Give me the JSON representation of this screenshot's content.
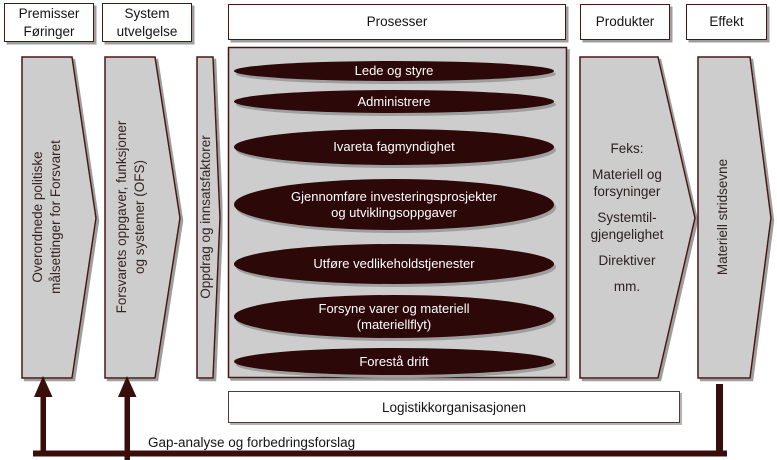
{
  "colors": {
    "shape_fill": "#cdcdcd",
    "shape_border": "#4a1515",
    "ellipse_fill": "#2d0808",
    "feedback_line": "#3a0d0d",
    "shadow": "#9e9e9e"
  },
  "headers": {
    "premisser": "Premisser\nFøringer",
    "system": "System\nutvelgelse",
    "prosesser": "Prosesser",
    "produkter": "Produkter",
    "effekt": "Effekt"
  },
  "lanes": {
    "premisser_input": "Overordnede politiske\nmålsettinger for Forsvaret",
    "system_input": "Forsvarets oppgaver, funksjoner\nog systemer (OFS)",
    "oppdrag_input": "Oppdrag og innsatsfaktorer",
    "effekt_output": "Materiell stridsevne"
  },
  "processes": [
    "Lede og styre",
    "Administrere",
    "Ivareta fagmyndighet",
    "Gjennomføre investeringsprosjekter\nog utviklingsoppgaver",
    "Utføre vedlikeholdstjenester",
    "Forsyne varer og materiell\n(materiellflyt)",
    "Forestå drift"
  ],
  "products": [
    "Feks:",
    "Materiell og\nforsyninger",
    "Systemtil-\ngjengelighet",
    "Direktiver",
    "mm."
  ],
  "organization": "Logistikkorganisasjonen",
  "feedback_label": "Gap-analyse og forbedringsforslag"
}
